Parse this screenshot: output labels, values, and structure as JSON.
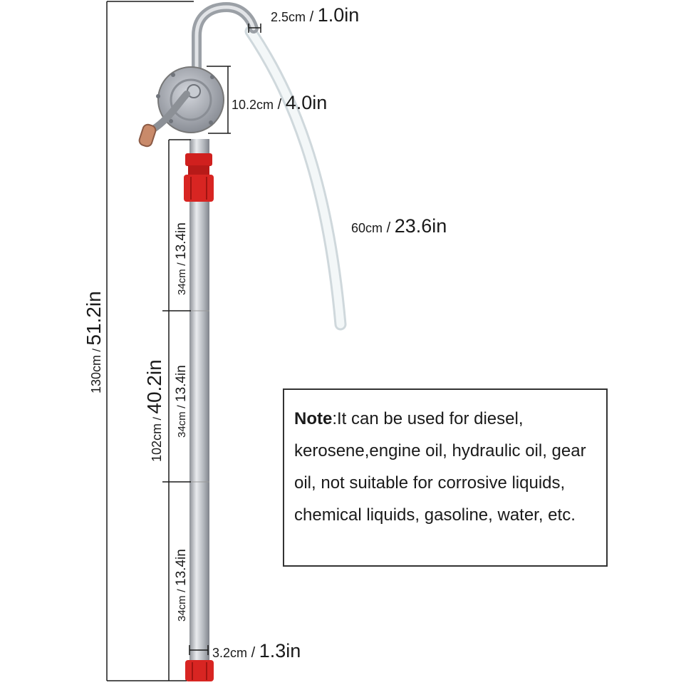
{
  "labels": {
    "outlet": {
      "metric": "2.5cm",
      "sep": " / ",
      "imperial": "1.0in"
    },
    "pump_head": {
      "metric": "10.2cm",
      "sep": " / ",
      "imperial": "4.0in"
    },
    "hose": {
      "metric": "60cm",
      "sep": " / ",
      "imperial": "23.6in"
    },
    "tube_diameter": {
      "metric": "3.2cm",
      "sep": " / ",
      "imperial": "1.3in"
    },
    "total_height": {
      "metric": "130cm",
      "sep": " / ",
      "imperial": "51.2in"
    },
    "tube_length": {
      "metric": "102cm",
      "sep": " / ",
      "imperial": "40.2in"
    },
    "section_1": {
      "metric": "34cm",
      "sep": " / ",
      "imperial": "13.4in"
    },
    "section_2": {
      "metric": "34cm",
      "sep": " / ",
      "imperial": "13.4in"
    },
    "section_3": {
      "metric": "34cm",
      "sep": " / ",
      "imperial": "13.4in"
    }
  },
  "note": {
    "title": "Note",
    "body": ":It can be used for diesel, kerosene,engine oil, hydraulic oil, gear oil, not suitable for corrosive liquids, chemical liquids, gasoline, water, etc."
  },
  "colors": {
    "tube": "#b8bcc2",
    "fitting": "#d41e1e",
    "hose": "#e6edf0",
    "line": "#1a1a1a"
  }
}
